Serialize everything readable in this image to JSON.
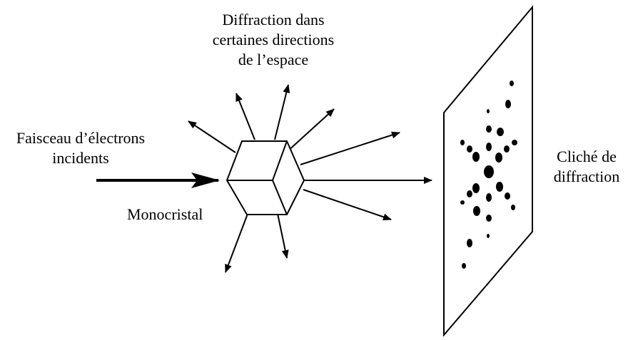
{
  "labels": {
    "diffraction": [
      "Diffraction dans",
      "certaines directions",
      "de l’espace"
    ],
    "beam": [
      "Faisceau d’électrons",
      "incidents"
    ],
    "crystal": "Monocristal",
    "cliche": [
      "Cliché de",
      "diffraction"
    ]
  },
  "colors": {
    "ink": "#000000",
    "background": "#ffffff"
  }
}
